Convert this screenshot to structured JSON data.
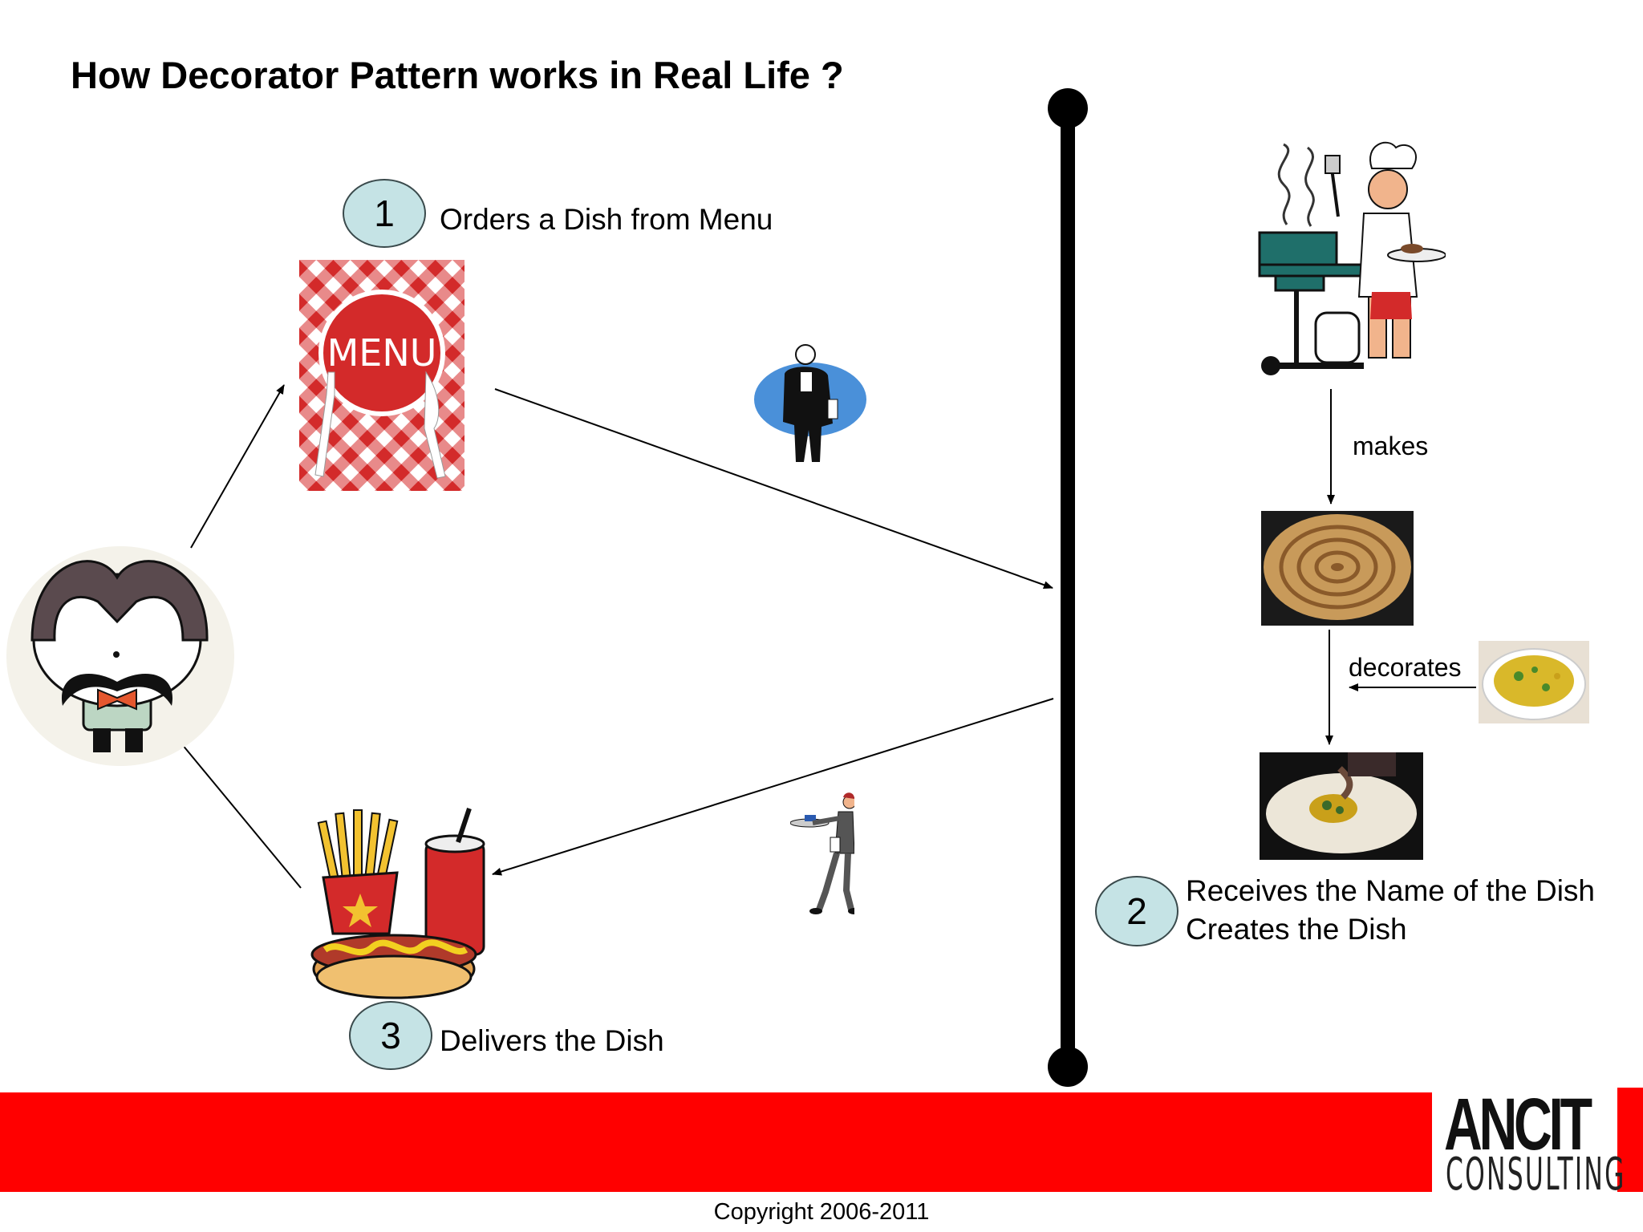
{
  "title": "How Decorator Pattern works in Real Life ?",
  "steps": [
    {
      "number": "1",
      "label": "Orders a Dish from Menu"
    },
    {
      "number": "2",
      "label_line1": "Receives the Name of the Dish",
      "label_line2": "Creates the Dish"
    },
    {
      "number": "3",
      "label": "Delivers the Dish"
    }
  ],
  "menu_card_text": "MENU",
  "edges": {
    "makes": "makes",
    "decorates": "decorates"
  },
  "logo": {
    "main": "ANCIT",
    "sub": "CONSULTING"
  },
  "copyright": "Copyright 2006-2011",
  "colors": {
    "footer_red": "#ff0000",
    "step_circle_fill": "#c5e3e5",
    "menu_red": "#d32a2a"
  },
  "icons": [
    "customer-icon",
    "menu-card-icon",
    "waiter-icon",
    "chef-grill-icon",
    "dosa-image",
    "potato-filling-image",
    "decorated-dish-image",
    "waiter-carrying-tray-icon",
    "fast-food-icon"
  ]
}
